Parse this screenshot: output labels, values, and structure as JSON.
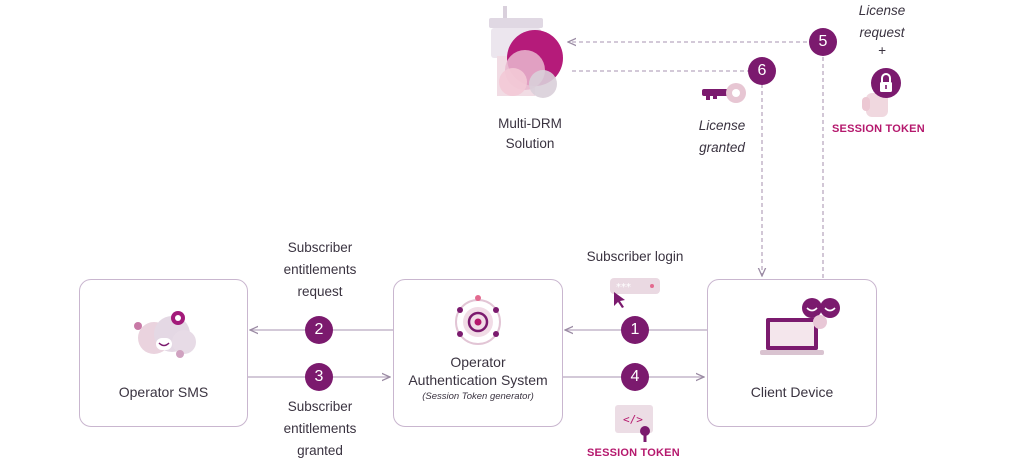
{
  "nodes": {
    "multi_drm": {
      "line1": "Multi-DRM",
      "line2": "Solution"
    },
    "operator_sms": {
      "title": "Operator SMS"
    },
    "auth_system": {
      "line1": "Operator",
      "line2": "Authentication System",
      "subtitle": "(Session Token generator)"
    },
    "client_device": {
      "title": "Client Device"
    }
  },
  "steps": [
    "1",
    "2",
    "3",
    "4",
    "5",
    "6"
  ],
  "labels": {
    "subscriber_login": "Subscriber login",
    "entitlements_request": [
      "Subscriber",
      "entitlements",
      "request"
    ],
    "entitlements_granted": [
      "Subscriber",
      "entitlements",
      "granted"
    ],
    "license_granted": [
      "License",
      "granted"
    ],
    "license_request": [
      "License",
      "request",
      "+"
    ],
    "session_token_top": "SESSION TOKEN",
    "session_token_bottom": "SESSION TOKEN"
  },
  "colors": {
    "step_circle": "#7b1a6e",
    "token_text": "#b5186d",
    "box_border": "#c9b6cf",
    "line": "#b9a9c0"
  }
}
